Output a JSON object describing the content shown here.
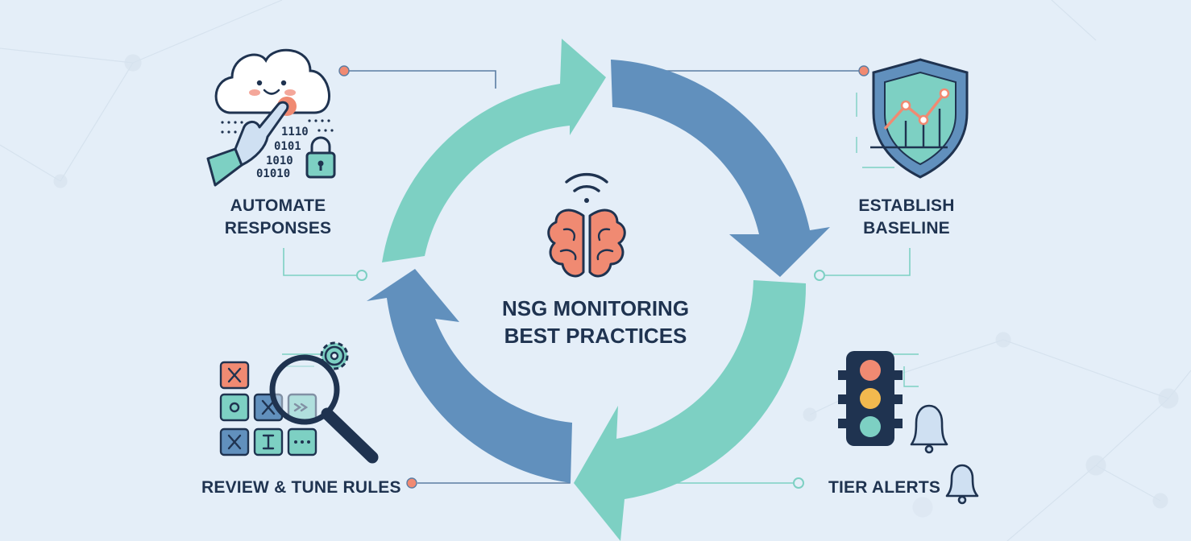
{
  "title": {
    "line1": "NSG MONITORING",
    "line2": "BEST PRACTICES"
  },
  "steps": {
    "automate": {
      "line1": "AUTOMATE",
      "line2": "RESPONSES"
    },
    "baseline": {
      "line1": "ESTABLISH",
      "line2": "BASELINE"
    },
    "review": {
      "label": "REVIEW & TUNE RULES"
    },
    "tier": {
      "label": "TIER ALERTS"
    }
  },
  "binary_text": [
    "1110",
    "0101",
    "1010",
    "01010"
  ],
  "colors": {
    "background": "#e4eef8",
    "teal": "#7dd0c3",
    "blue": "#6190bd",
    "navy": "#1f3350",
    "coral": "#f08a72",
    "amber": "#f2b94e"
  },
  "icons": [
    "cloud-icon",
    "hand-icon",
    "lock-icon",
    "shield-chart-icon",
    "brain-icon",
    "wifi-icon",
    "magnifier-icon",
    "gear-icon",
    "grid-icon",
    "traffic-light-icon",
    "bell-icon"
  ]
}
